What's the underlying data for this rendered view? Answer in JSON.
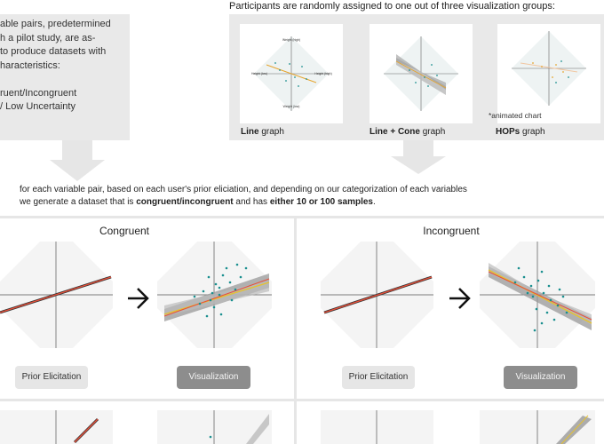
{
  "left_panel": {
    "lines": [
      "able pairs, predetermined",
      "h a pilot study, are as-",
      " to produce datasets with",
      "haracteristics:",
      "",
      "ruent/Incongruent",
      "/ Low Uncertainty"
    ]
  },
  "right_panel": {
    "title": "Participants are randomly assigned to one out of three visualization groups:",
    "groups": [
      {
        "bold": "Line",
        "rest": " graph"
      },
      {
        "bold": "Line + Cone",
        "rest": " graph"
      },
      {
        "bold": "HOPs",
        "rest": " graph"
      }
    ],
    "animated_note": "*animated chart",
    "axis_labels": {
      "top": "Weight (high)",
      "bottom": "Weight (low)",
      "left": "Height (low)",
      "right": "Height (high)"
    }
  },
  "middle_text": {
    "line1": "for each variable pair, based on each user's prior eliciation, and depending on our categorization of each variables",
    "line2_prefix": "we generate a dataset  that is ",
    "line2_bold1": "congruent/incongruent",
    "line2_mid": " and has ",
    "line2_bold2": "either 10 or 100 samples",
    "line2_suffix": "."
  },
  "sections": {
    "congruent": {
      "title": "Congruent",
      "prior_button": "Prior Elicitation",
      "vis_button": "Visualization"
    },
    "incongruent": {
      "title": "Incongruent",
      "prior_button": "Prior Elicitation",
      "vis_button": "Visualization"
    }
  },
  "colors": {
    "panel_gray": "#e9e9e9",
    "plot_bg": "#f4f4f4",
    "prior_line": "#e8503a",
    "trend_yellow": "#e6c22e",
    "point_teal": "#1a8f8f",
    "button_dark": "#8d8d8d"
  },
  "icons": {
    "flow_arrow": "→"
  }
}
